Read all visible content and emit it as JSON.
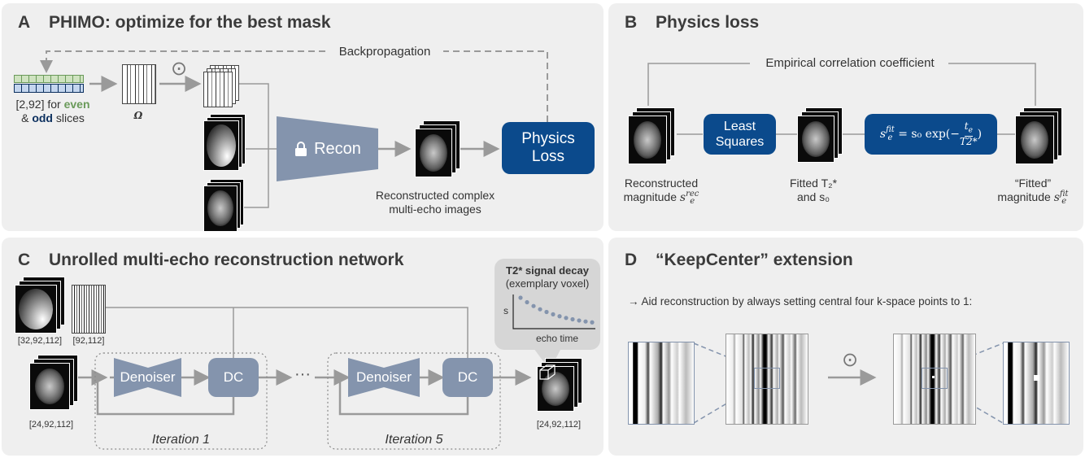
{
  "colors": {
    "navy": "#0b4a8c",
    "slate": "#8494ad",
    "panel": "#efefef",
    "even": "#6a9a5a",
    "odd": "#0b2f5e",
    "arrow": "#9a9a9a"
  },
  "panelA": {
    "letter": "A",
    "title": "PHIMO: optimize for the best mask",
    "backprop": "Backpropagation",
    "mask_dims": "[2,92] for",
    "even": "even",
    "amp": "&",
    "odd": "odd",
    "slices": "slices",
    "omega": "Ω",
    "odot": "⊙",
    "recon": "Recon",
    "lock_icon": "lock-icon",
    "physics_loss_1": "Physics",
    "physics_loss_2": "Loss",
    "recon_caption_1": "Reconstructed complex",
    "recon_caption_2": "multi-echo images"
  },
  "panelB": {
    "letter": "B",
    "title": "Physics loss",
    "correlation": "Empirical correlation coefficient",
    "least_squares_1": "Least",
    "least_squares_2": "Squares",
    "formula_lhs": "s",
    "formula_lhs_sub": "e",
    "formula_lhs_sup": "fit",
    "formula_rhs": "= s₀ exp(−",
    "formula_num": "t",
    "formula_num_sub": "e",
    "formula_den": "T2*",
    "formula_close": ")",
    "cap1_line1": "Reconstructed",
    "cap1_line2": "magnitude",
    "cap1_sym": "s",
    "cap1_sub": "e",
    "cap1_sup": "rec",
    "cap2_line1": "Fitted T₂*",
    "cap2_line2": "and s₀",
    "cap3_line1": "“Fitted”",
    "cap3_line2": "magnitude",
    "cap3_sym": "s",
    "cap3_sub": "e",
    "cap3_sup": "fit"
  },
  "panelC": {
    "letter": "C",
    "title": "Unrolled multi-echo reconstruction network",
    "dim_coils": "[32,92,112]",
    "dim_mask": "[92,112]",
    "dim_input": "[24,92,112]",
    "dim_output": "[24,92,112]",
    "denoiser": "Denoiser",
    "dc": "DC",
    "dots": "···",
    "iter1": "Iteration 1",
    "iter5": "Iteration 5",
    "decay_title": "T2* signal decay",
    "decay_sub": "(exemplary voxel)",
    "decay_ylabel": "s",
    "decay_xlabel": "echo time"
  },
  "panelD": {
    "letter": "D",
    "title": "“KeepCenter” extension",
    "description": "→ Aid reconstruction by always setting central four k-space points to 1:",
    "odot": "⊙"
  }
}
